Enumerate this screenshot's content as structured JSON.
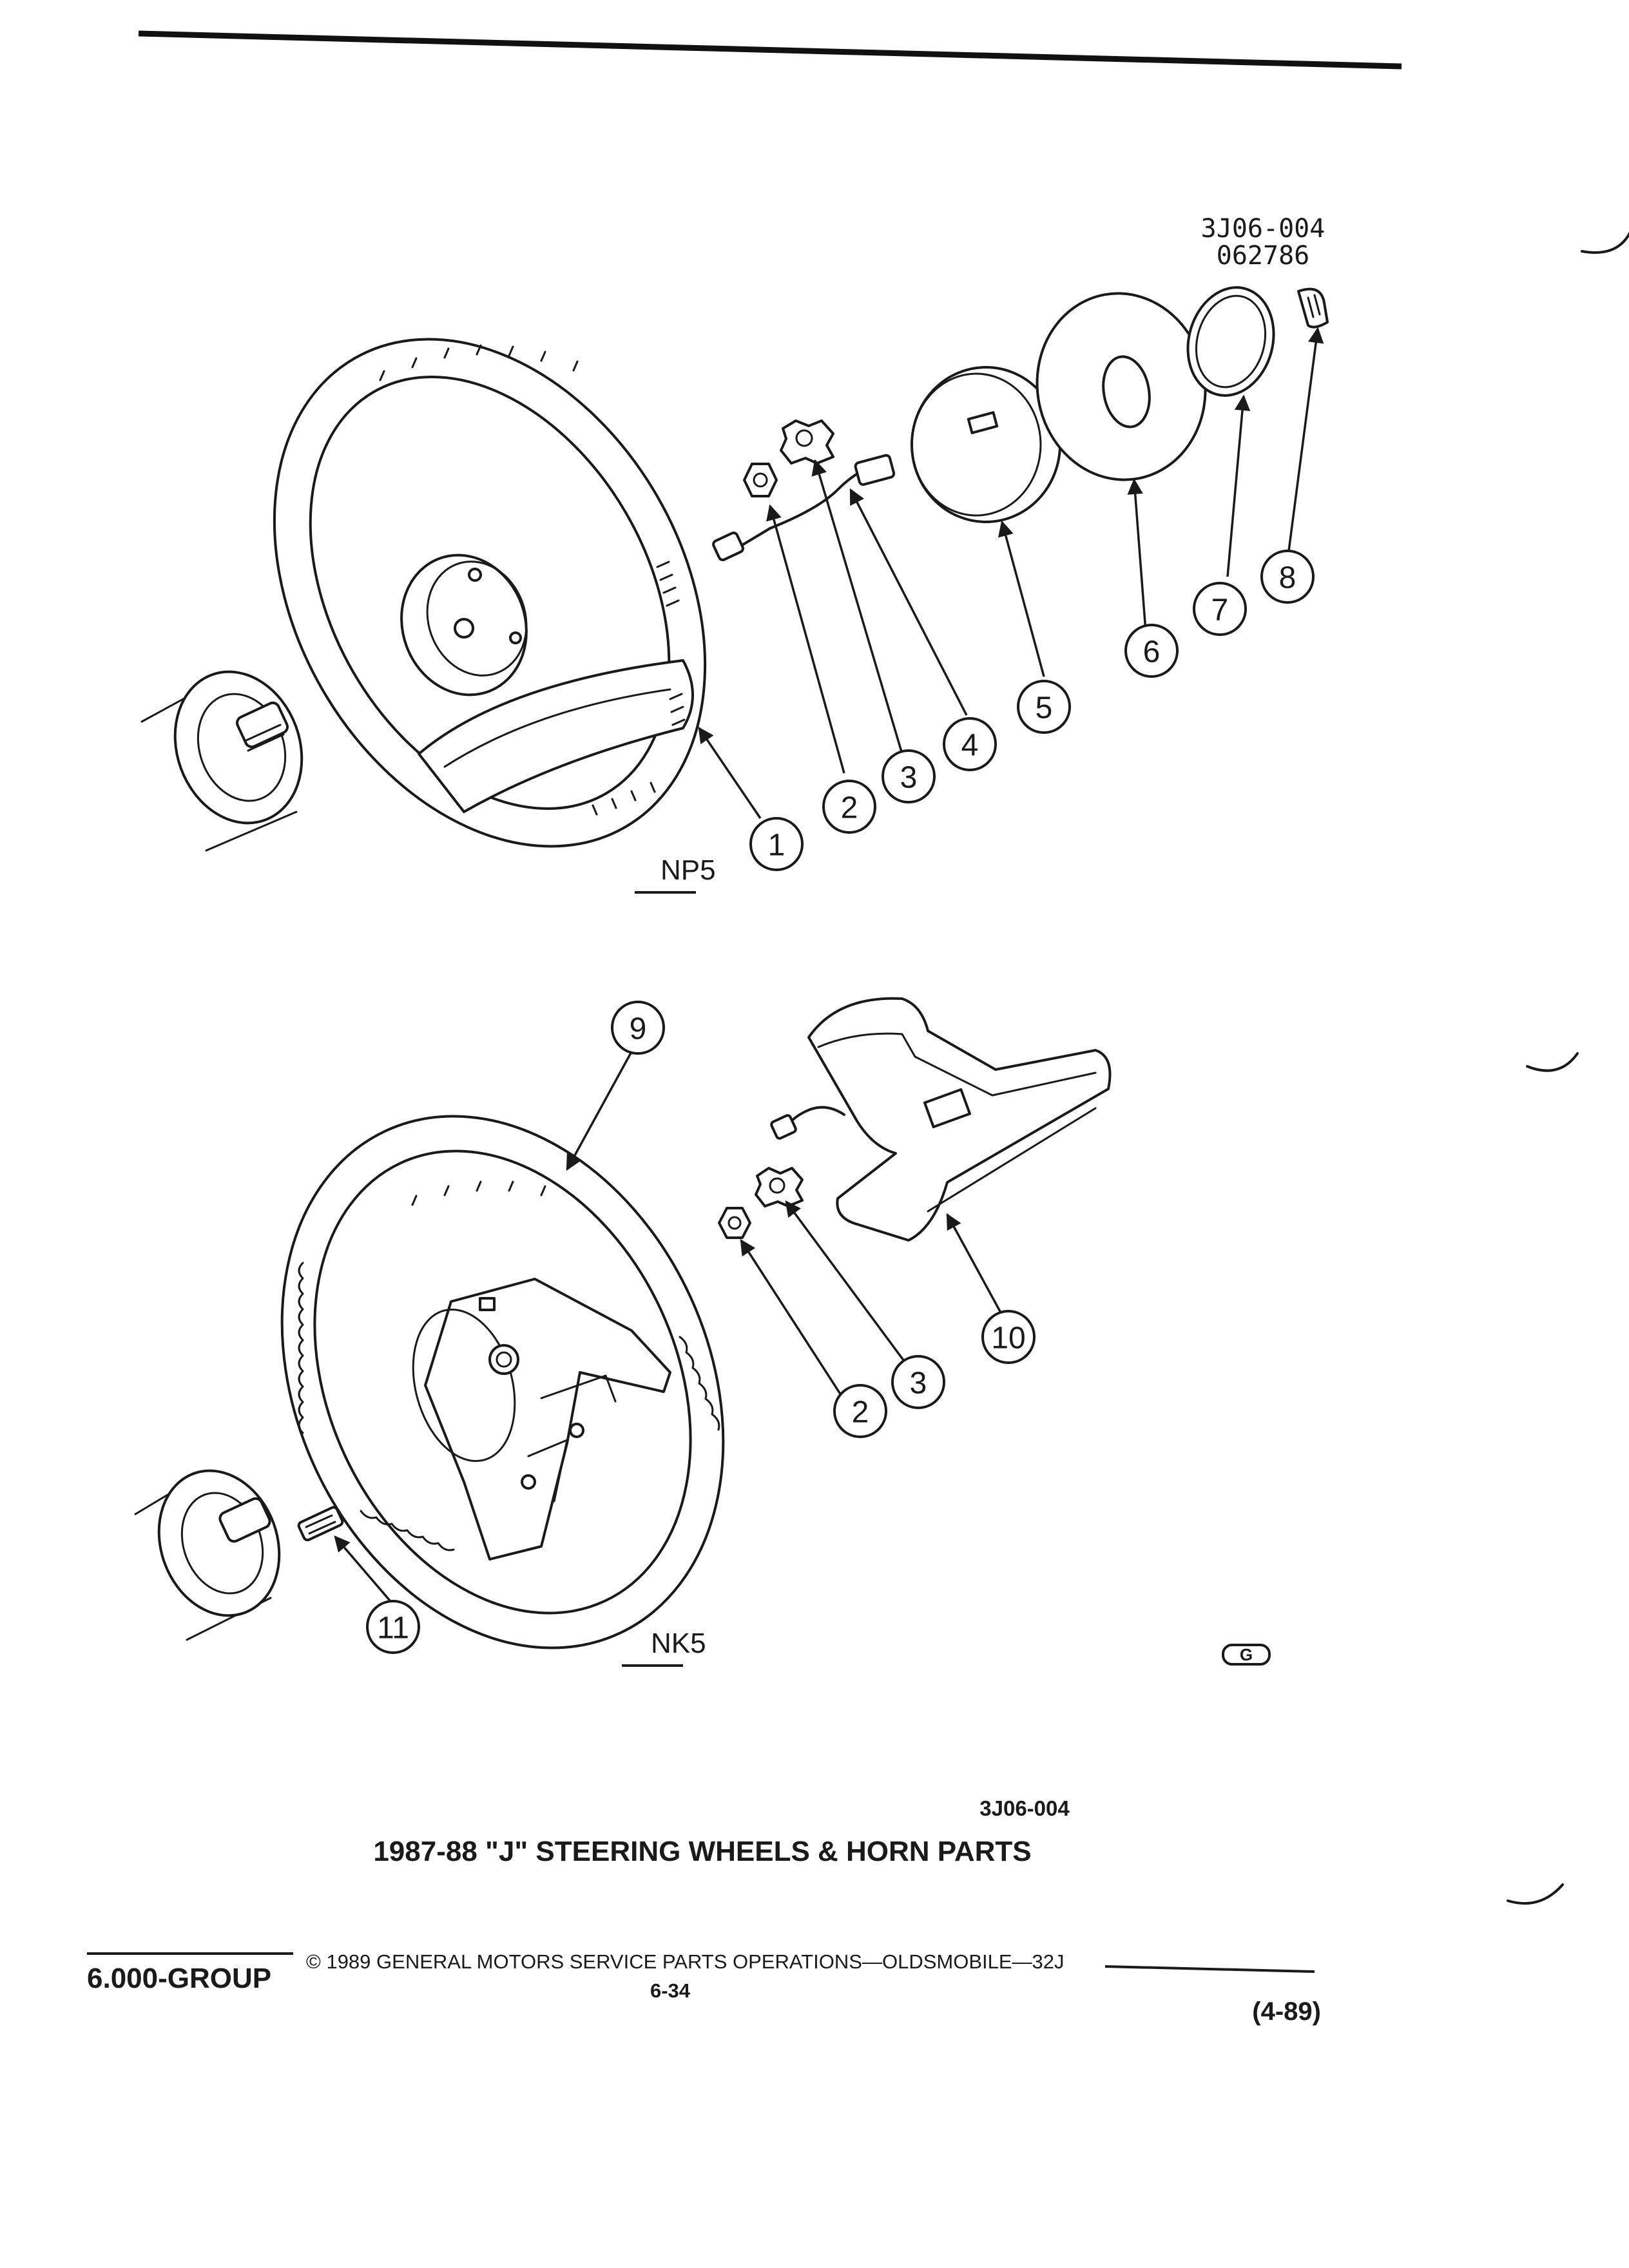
{
  "header": {
    "ref_code": "3J06-004",
    "date_code": "062786"
  },
  "diagram": {
    "top_view_label": "NP5",
    "bottom_view_label": "NK5",
    "callouts": [
      "1",
      "2",
      "3",
      "4",
      "5",
      "6",
      "7",
      "8",
      "9",
      "10",
      "2",
      "3",
      "11"
    ]
  },
  "caption": {
    "figure_code": "3J06-004",
    "title": "1987-88 \"J\" STEERING WHEELS & HORN PARTS"
  },
  "footer": {
    "group": "6.000-GROUP",
    "copyright": "© 1989 GENERAL MOTORS SERVICE PARTS OPERATIONS—OLDSMOBILE—32J",
    "page": "6-34",
    "revision": "(4-89)"
  }
}
